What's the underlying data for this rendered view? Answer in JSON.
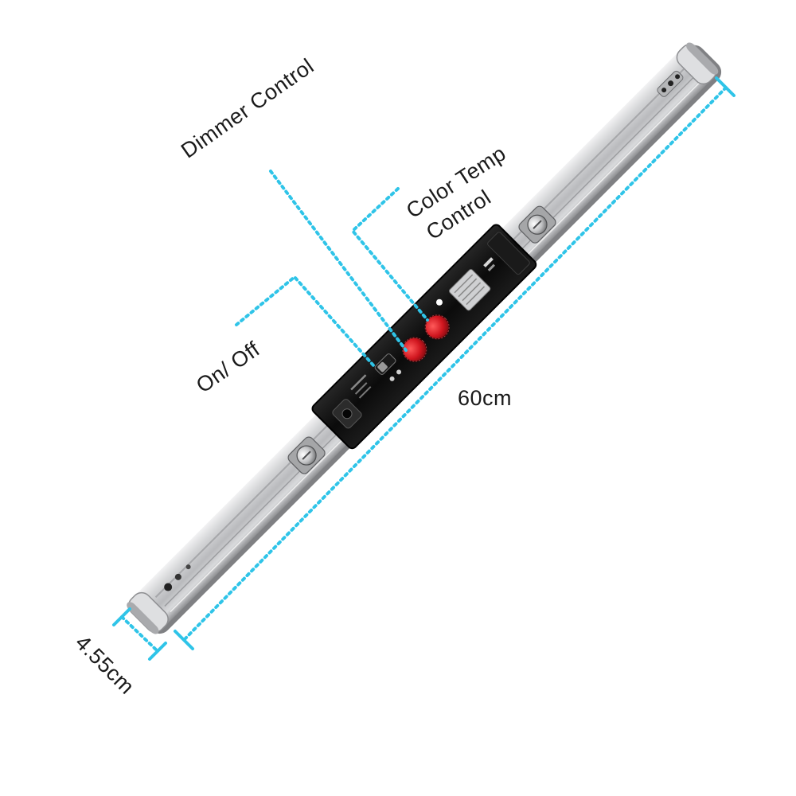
{
  "labels": {
    "dimmer": "Dimmer Control",
    "color_temp_line1": "Color Temp",
    "color_temp_line2": "Control",
    "on_off": "On/ Off",
    "length": "60cm",
    "diameter": "4.55cm"
  },
  "colors": {
    "dimension_line": "#2fc4e8",
    "tube_body": "#c9cacc",
    "control_panel": "#101010",
    "knob": "#d0161f"
  }
}
